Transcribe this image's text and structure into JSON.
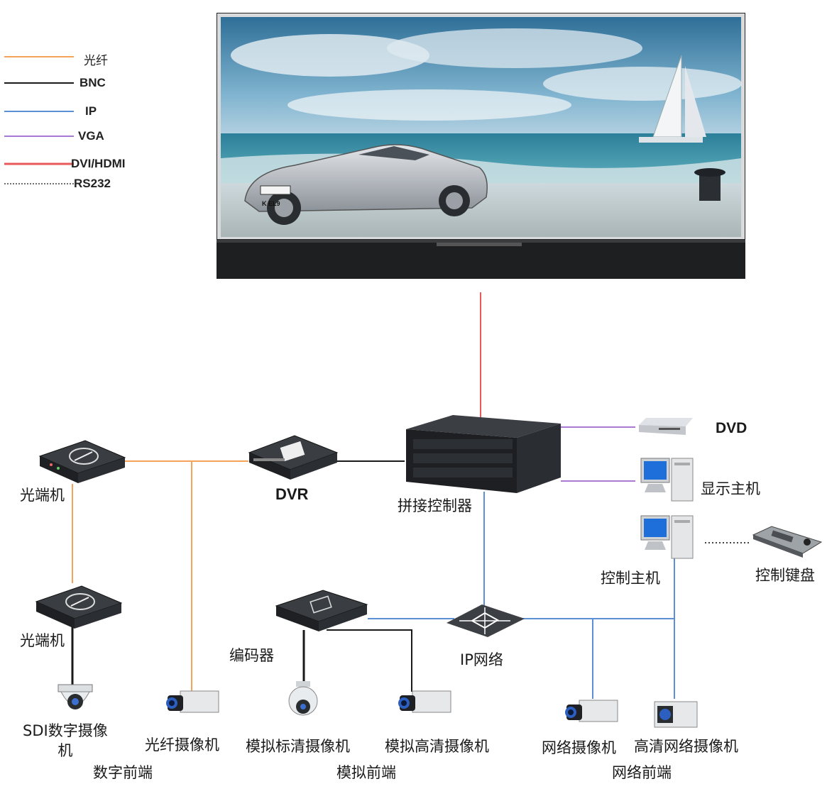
{
  "colors": {
    "fiber": "#f5a25a",
    "bnc": "#1a1a1a",
    "ip": "#5b8fd6",
    "vga": "#a87ad6",
    "dvi_hdmi": "#e85a5a",
    "rs232": "#444444"
  },
  "legend": [
    {
      "label": "光纤",
      "line": "fiber"
    },
    {
      "label": "BNC",
      "line": "bnc"
    },
    {
      "label": "IP",
      "line": "ip"
    },
    {
      "label": "VGA",
      "line": "vga"
    },
    {
      "label": "DVI/HDMI",
      "line": "dvi_hdmi"
    },
    {
      "label": "RS232",
      "line": "rs232"
    }
  ],
  "nodes": {
    "optical_terminal_top": "光端机",
    "optical_terminal_bottom": "光端机",
    "sdi_camera": "SDI数字摄像\n机",
    "fiber_camera": "光纤摄像机",
    "dvr": "DVR",
    "splice_controller": "拼接控制器",
    "dvd": "DVD",
    "display_host": "显示主机",
    "control_host": "控制主机",
    "control_keyboard": "控制键盘",
    "encoder": "编码器",
    "ip_network": "IP网络",
    "analog_sd_camera": "模拟标清摄像机",
    "analog_hd_camera": "模拟高清摄像机",
    "network_camera": "网络摄像机",
    "hd_network_camera": "高清网络摄像机"
  },
  "groups": {
    "digital_front": "数字前端",
    "analog_front": "模拟前端",
    "network_front": "网络前端"
  },
  "video_wall": {
    "plate": "K EL9"
  }
}
